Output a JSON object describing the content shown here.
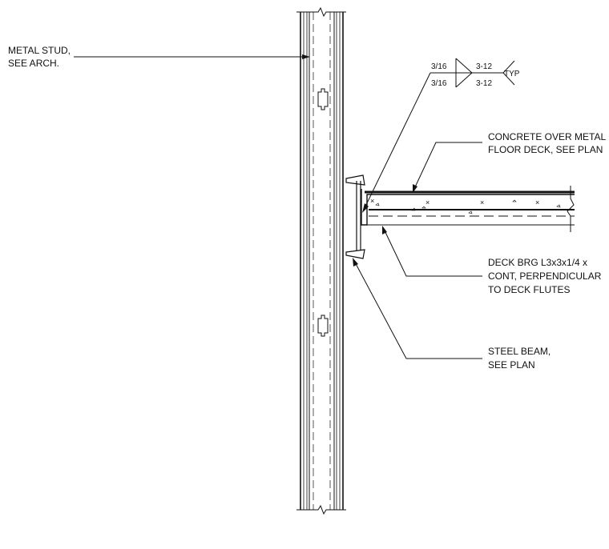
{
  "callouts": {
    "metal_stud": [
      "METAL STUD,",
      "SEE ARCH."
    ],
    "concrete_deck": [
      "CONCRETE OVER METAL",
      "FLOOR DECK, SEE PLAN"
    ],
    "deck_bearing": [
      "DECK BRG L3x3x1/4 x",
      "CONT, PERPENDICULAR",
      "TO DECK FLUTES"
    ],
    "steel_beam": [
      "STEEL BEAM,",
      "SEE PLAN"
    ]
  },
  "weld_symbol": {
    "size_top": "3/16",
    "size_bottom": "3/16",
    "length_top": "3-12",
    "length_bottom": "3-12",
    "tail_note": "TYP"
  }
}
